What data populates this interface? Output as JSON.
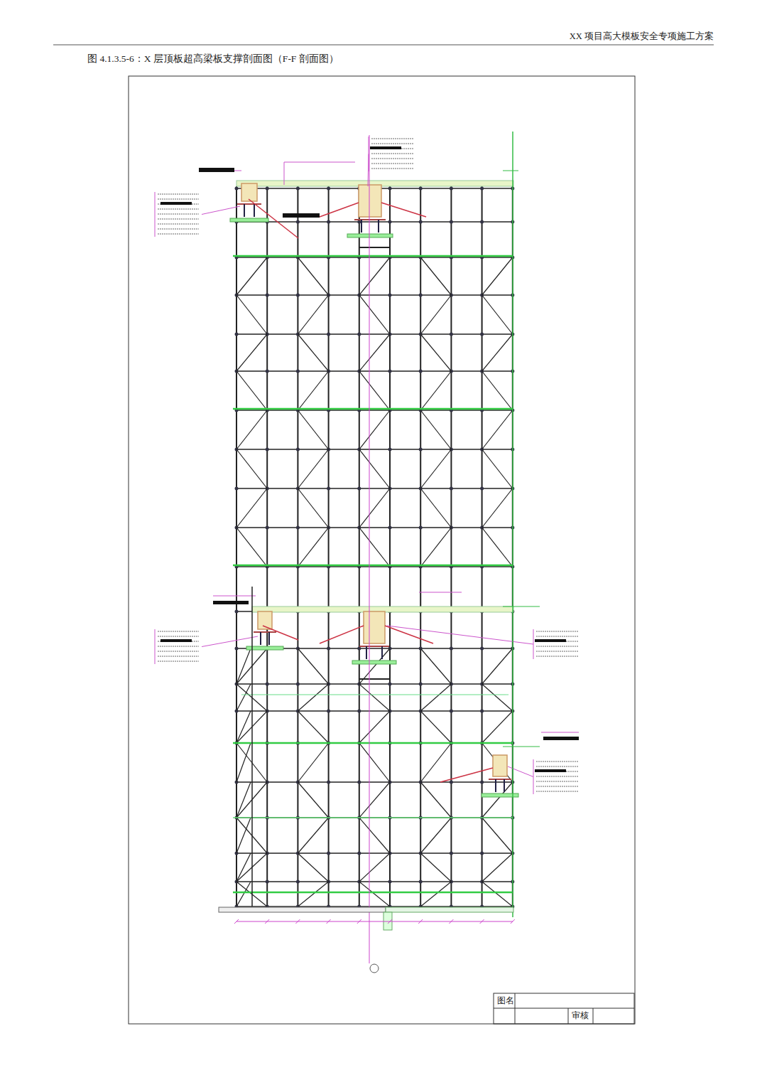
{
  "diagram": {
    "title": "图 4.1.3.5-6：X 层顶板超高梁板支撑剖面图（F-F 剖面图）",
    "labels": [
      "XX 项目高大模板安全专项施工方案",
      "图名",
      "审核"
    ]
  }
}
